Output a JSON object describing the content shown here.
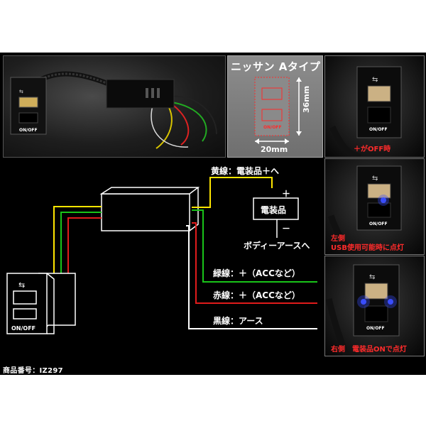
{
  "spec": {
    "title": "ニッサン Aタイプ",
    "width": "20mm",
    "height": "36mm",
    "on_off": "ON/OFF"
  },
  "side_captions": {
    "top": "＋がOFF時",
    "middle_1": "左側",
    "middle_2": "USB使用可能時に点灯",
    "bottom": "右側　電装品ONで点灯"
  },
  "diagram": {
    "yellow_wire": "黄線：電装品＋へ",
    "device": "電装品",
    "plus": "＋",
    "minus": "－",
    "body_ground": "ボディーアースへ",
    "green_wire": "緑線：＋（ACCなど）",
    "red_wire": "赤線：＋（ACCなど）",
    "black_wire": "黒線：アース",
    "switch_label": "ON/OFF"
  },
  "product_number": "商品番号：IZ297",
  "colors": {
    "yellow": "#ffe600",
    "green": "#19c419",
    "red": "#e01b1b",
    "white": "#ffffff",
    "led_blue": "#3a4dff"
  }
}
